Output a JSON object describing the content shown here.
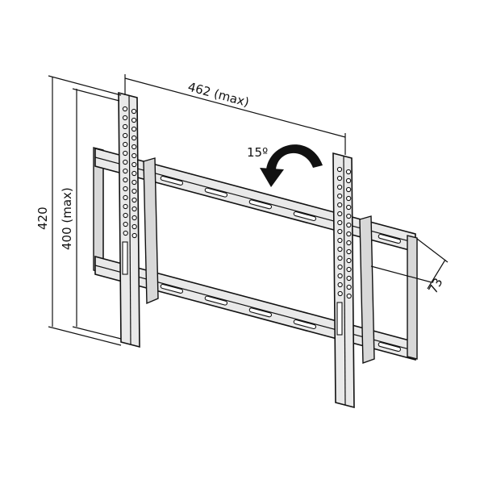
{
  "diagram": {
    "dimensions": {
      "total_height": "420",
      "max_height": "400 (max)",
      "max_width": "462 (max)",
      "depth": "73",
      "tilt_angle": "15º"
    },
    "icons": {
      "tilt": "curved-arrow-icon"
    }
  }
}
